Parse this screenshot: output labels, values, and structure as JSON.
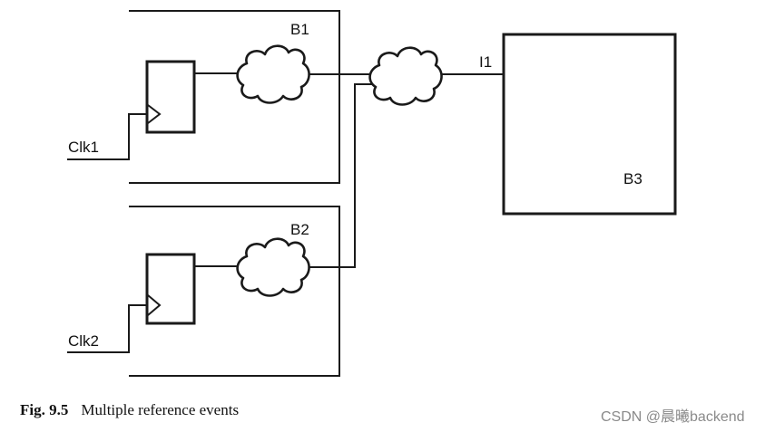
{
  "blocks": {
    "b1": "B1",
    "b2": "B2",
    "b3": "B3"
  },
  "clocks": {
    "clk1": "Clk1",
    "clk2": "Clk2"
  },
  "nets": {
    "i1": "I1"
  },
  "caption": {
    "number": "Fig. 9.5",
    "text": "Multiple reference events"
  },
  "watermark": "CSDN @晨曦backend"
}
